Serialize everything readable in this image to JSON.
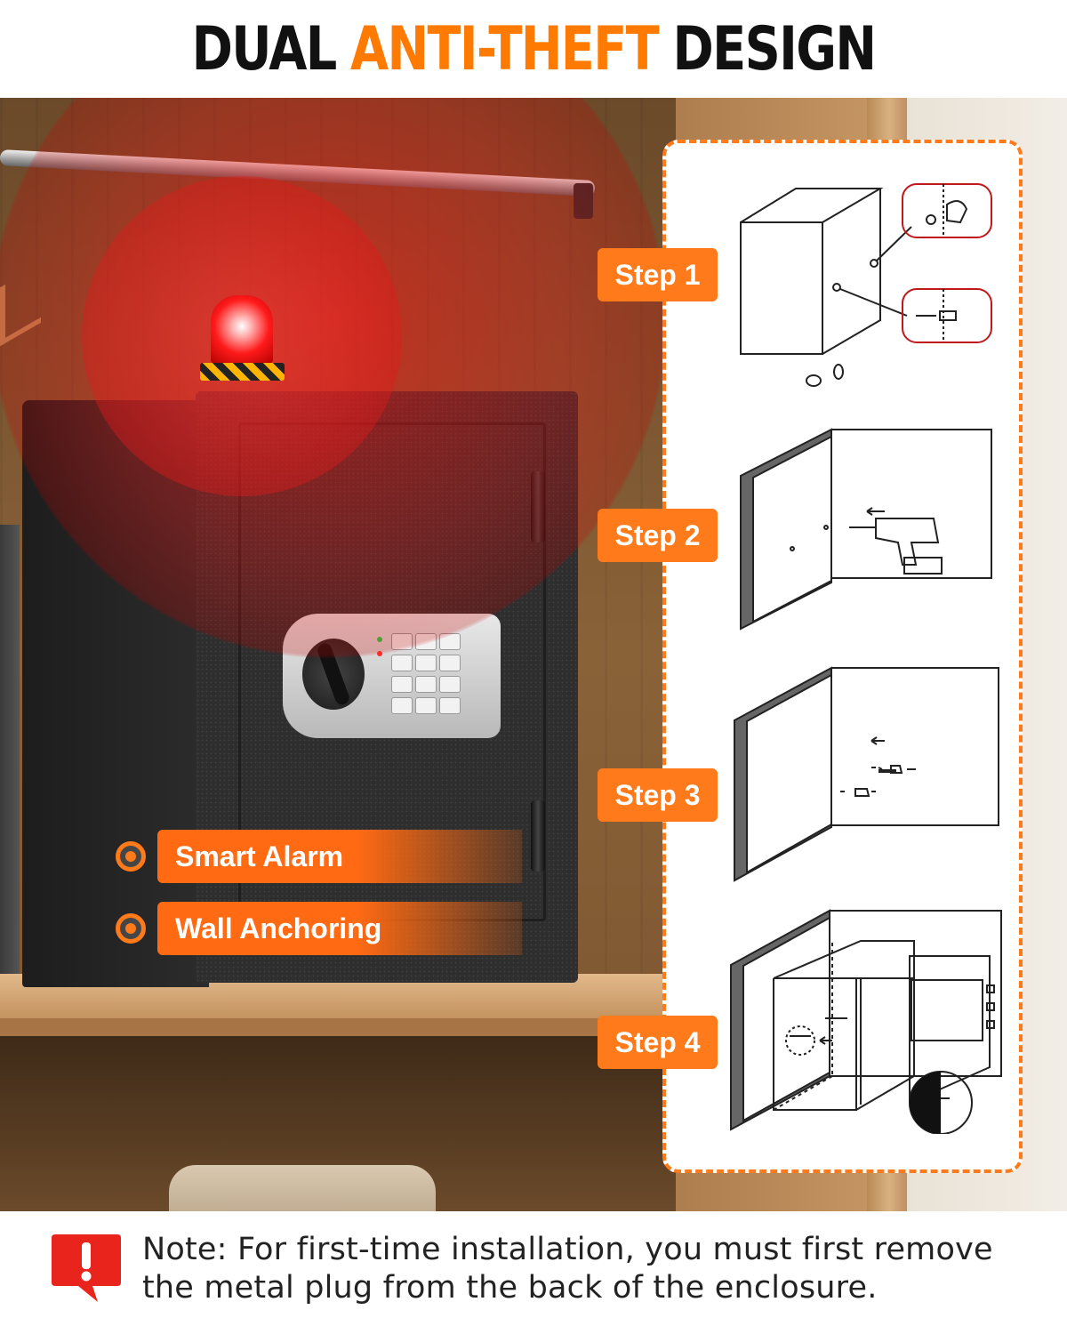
{
  "title": {
    "part1": "DUAL",
    "accent": "ANTI-THEFT",
    "part2": "DESIGN"
  },
  "colors": {
    "accent": "#ff7a1a",
    "alarm": "#e31414",
    "note_icon": "#e8241c"
  },
  "features": [
    {
      "label": "Smart Alarm"
    },
    {
      "label": "Wall Anchoring"
    }
  ],
  "steps": [
    {
      "label": "Step 1"
    },
    {
      "label": "Step 2"
    },
    {
      "label": "Step 3"
    },
    {
      "label": "Step 4"
    }
  ],
  "note": {
    "icon": "exclamation-speech-bubble-icon",
    "text": "Note: For first-time installation, you must first remove the metal plug from the back of the enclosure."
  }
}
